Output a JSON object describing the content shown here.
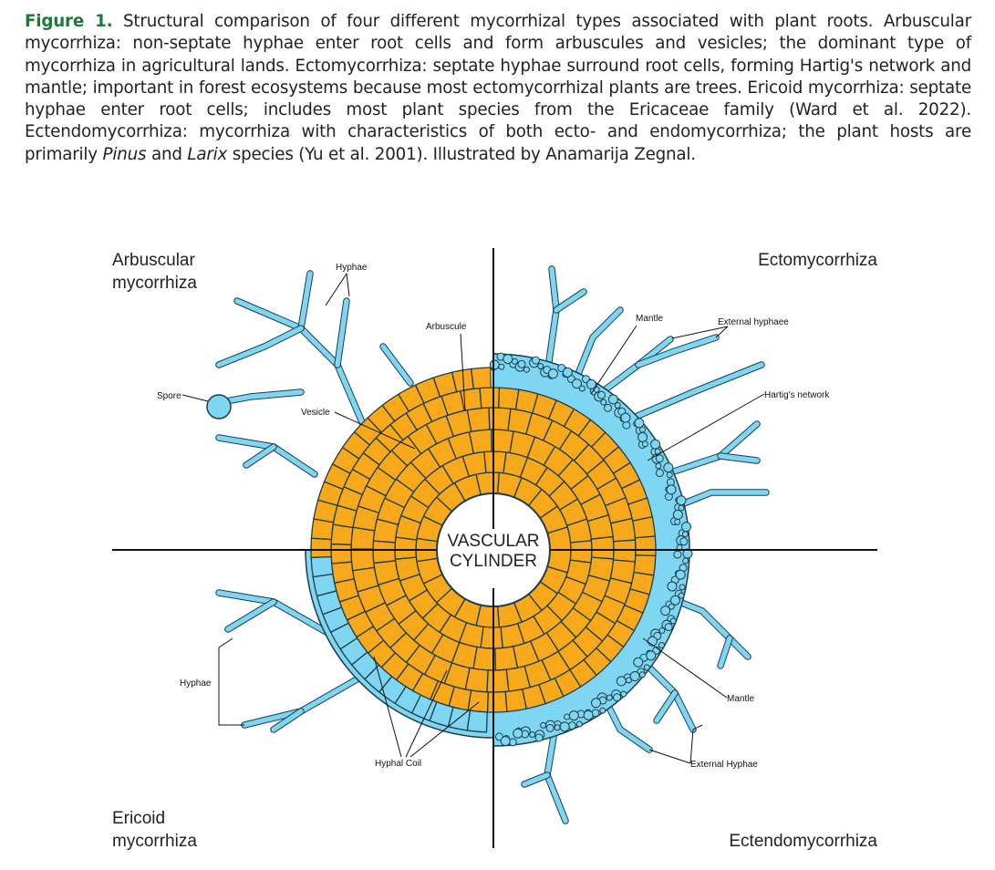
{
  "caption": {
    "figure_label": "Figure 1.",
    "text_1": " Structural comparison of four different mycorrhizal types associated with plant roots. Arbuscular mycorrhiza: non-septate hyphae enter root cells and form arbuscules and vesicles; the dominant type of mycorrhiza in agricultural lands. Ectomycorrhiza: septate hyphae surround root cells, forming Hartig's network and mantle; important in forest ecosystems because most ectomycorrhizal plants are trees. Ericoid mycorrhiza: septate hyphae enter root cells; includes most plant species from the Ericaceae family (Ward et al. 2022). Ectendomycorrhiza: mycorrhiza with characteristics of both ecto- and endomycorrhiza; the plant hosts are primarily ",
    "italic_1": "Pinus",
    "text_2": " and ",
    "italic_2": "Larix",
    "text_3": " species (Yu et al. 2001). Illustrated by Anamarija Zegnal."
  },
  "quadrants": {
    "arbuscular_1": "Arbuscular",
    "arbuscular_2": "mycorrhiza",
    "ecto": "Ectomycorrhiza",
    "ericoid_1": "Ericoid",
    "ericoid_2": "mycorrhiza",
    "ectendo": "Ectendomycorrhiza"
  },
  "center": {
    "line1": "VASCULAR",
    "line2": "CYLINDER"
  },
  "labels": {
    "hyphae_top": "Hyphae",
    "arbuscule": "Arbuscule",
    "spore": "Spore",
    "vesicle": "Vesicle",
    "mantle_top": "Mantle",
    "external_hyphaee": "External hyphaee",
    "hartig": "Hartig's network",
    "hyphae_bottom": "Hyphae",
    "hyphal_coil": "Hyphal Coil",
    "mantle_bottom": "Mantle",
    "external_hyphae": "External Hyphae"
  },
  "colors": {
    "cell": "#f7a81b",
    "fungus": "#7fd6f2",
    "outline": "#1d3d4a"
  }
}
